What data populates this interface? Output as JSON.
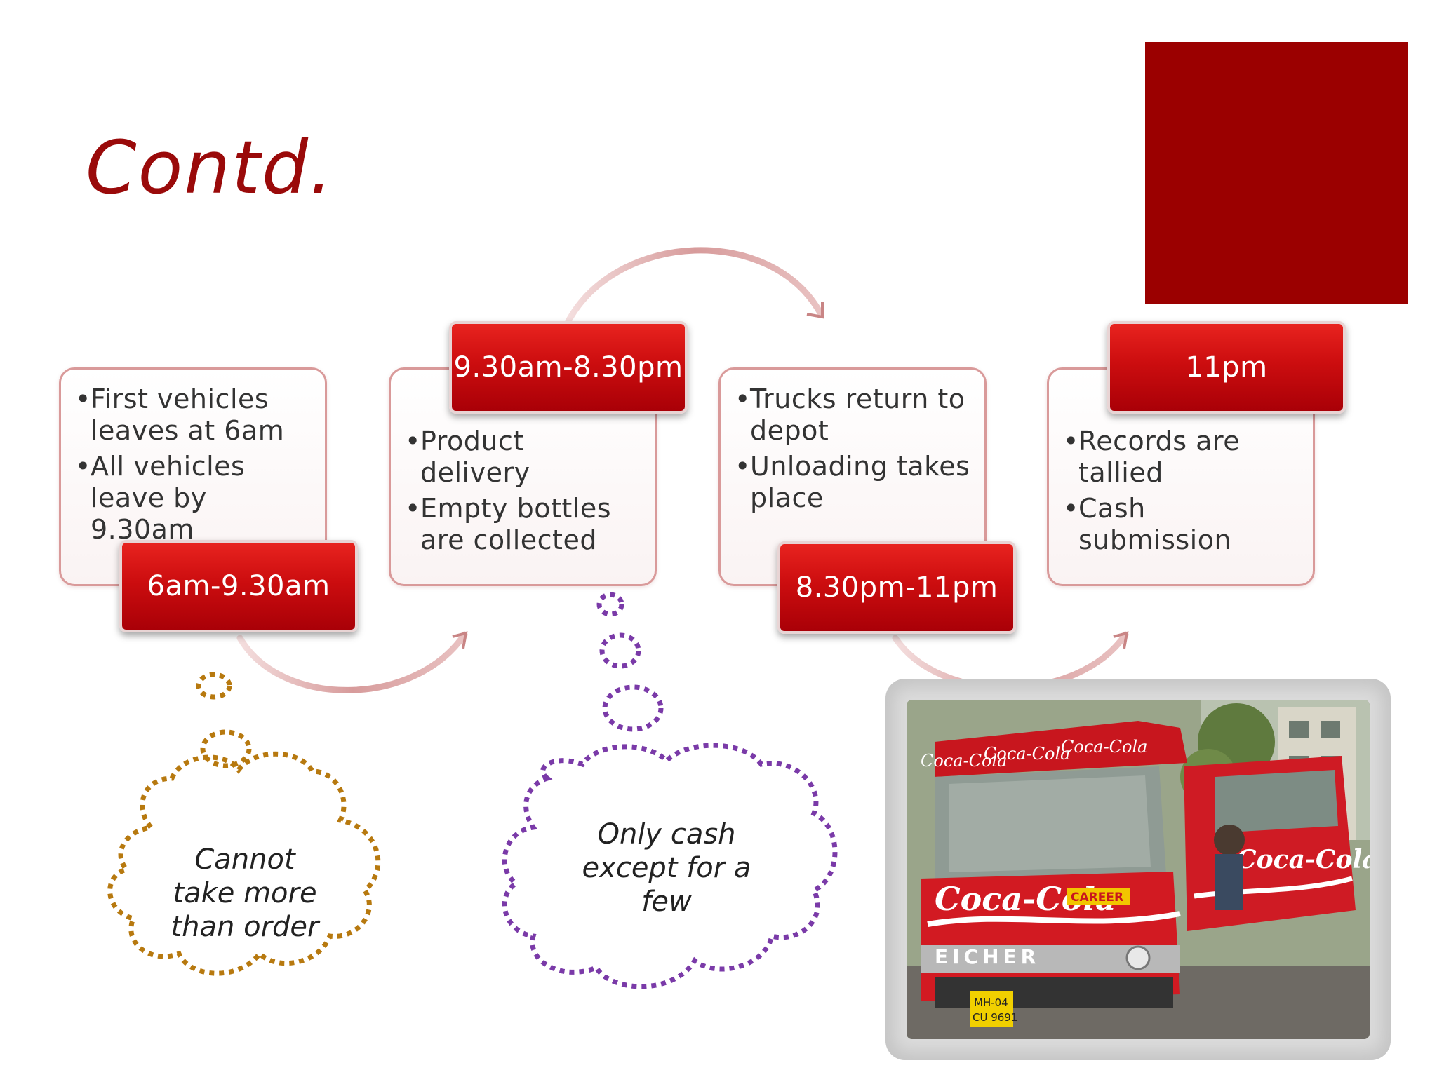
{
  "slide": {
    "title": "Contd."
  },
  "steps": [
    {
      "time_label": "6am-9.30am",
      "bullets": [
        "First vehicles leaves at 6am",
        "All vehicles leave by 9.30am"
      ]
    },
    {
      "time_label": "9.30am-8.30pm",
      "bullets": [
        "Product delivery",
        "Empty bottles are collected"
      ]
    },
    {
      "time_label": "8.30pm-11pm",
      "bullets": [
        "Trucks return to depot",
        "Unloading takes place"
      ]
    },
    {
      "time_label": "11pm",
      "bullets": [
        "Records are tallied",
        "Cash submission"
      ]
    }
  ],
  "thoughts": [
    {
      "text_lines": [
        "Cannot",
        "take more",
        "than order"
      ],
      "color": "#b7790f"
    },
    {
      "text_lines": [
        "Only cash",
        "except for a",
        "few"
      ],
      "color": "#7a3aa8"
    }
  ],
  "photo": {
    "lettering": [
      "Coca-Cola",
      "Coca-Cola",
      "Coca-Cola",
      "Coca-Cola",
      "Coca-Cola",
      "CAREER",
      "EICHER",
      "MH-04",
      "CU 9691"
    ]
  },
  "colors": {
    "accent": "#9b0000",
    "label_red": "#cc0d0f",
    "card_border": "#d99a9a",
    "arrow": "#d8a0a0"
  }
}
